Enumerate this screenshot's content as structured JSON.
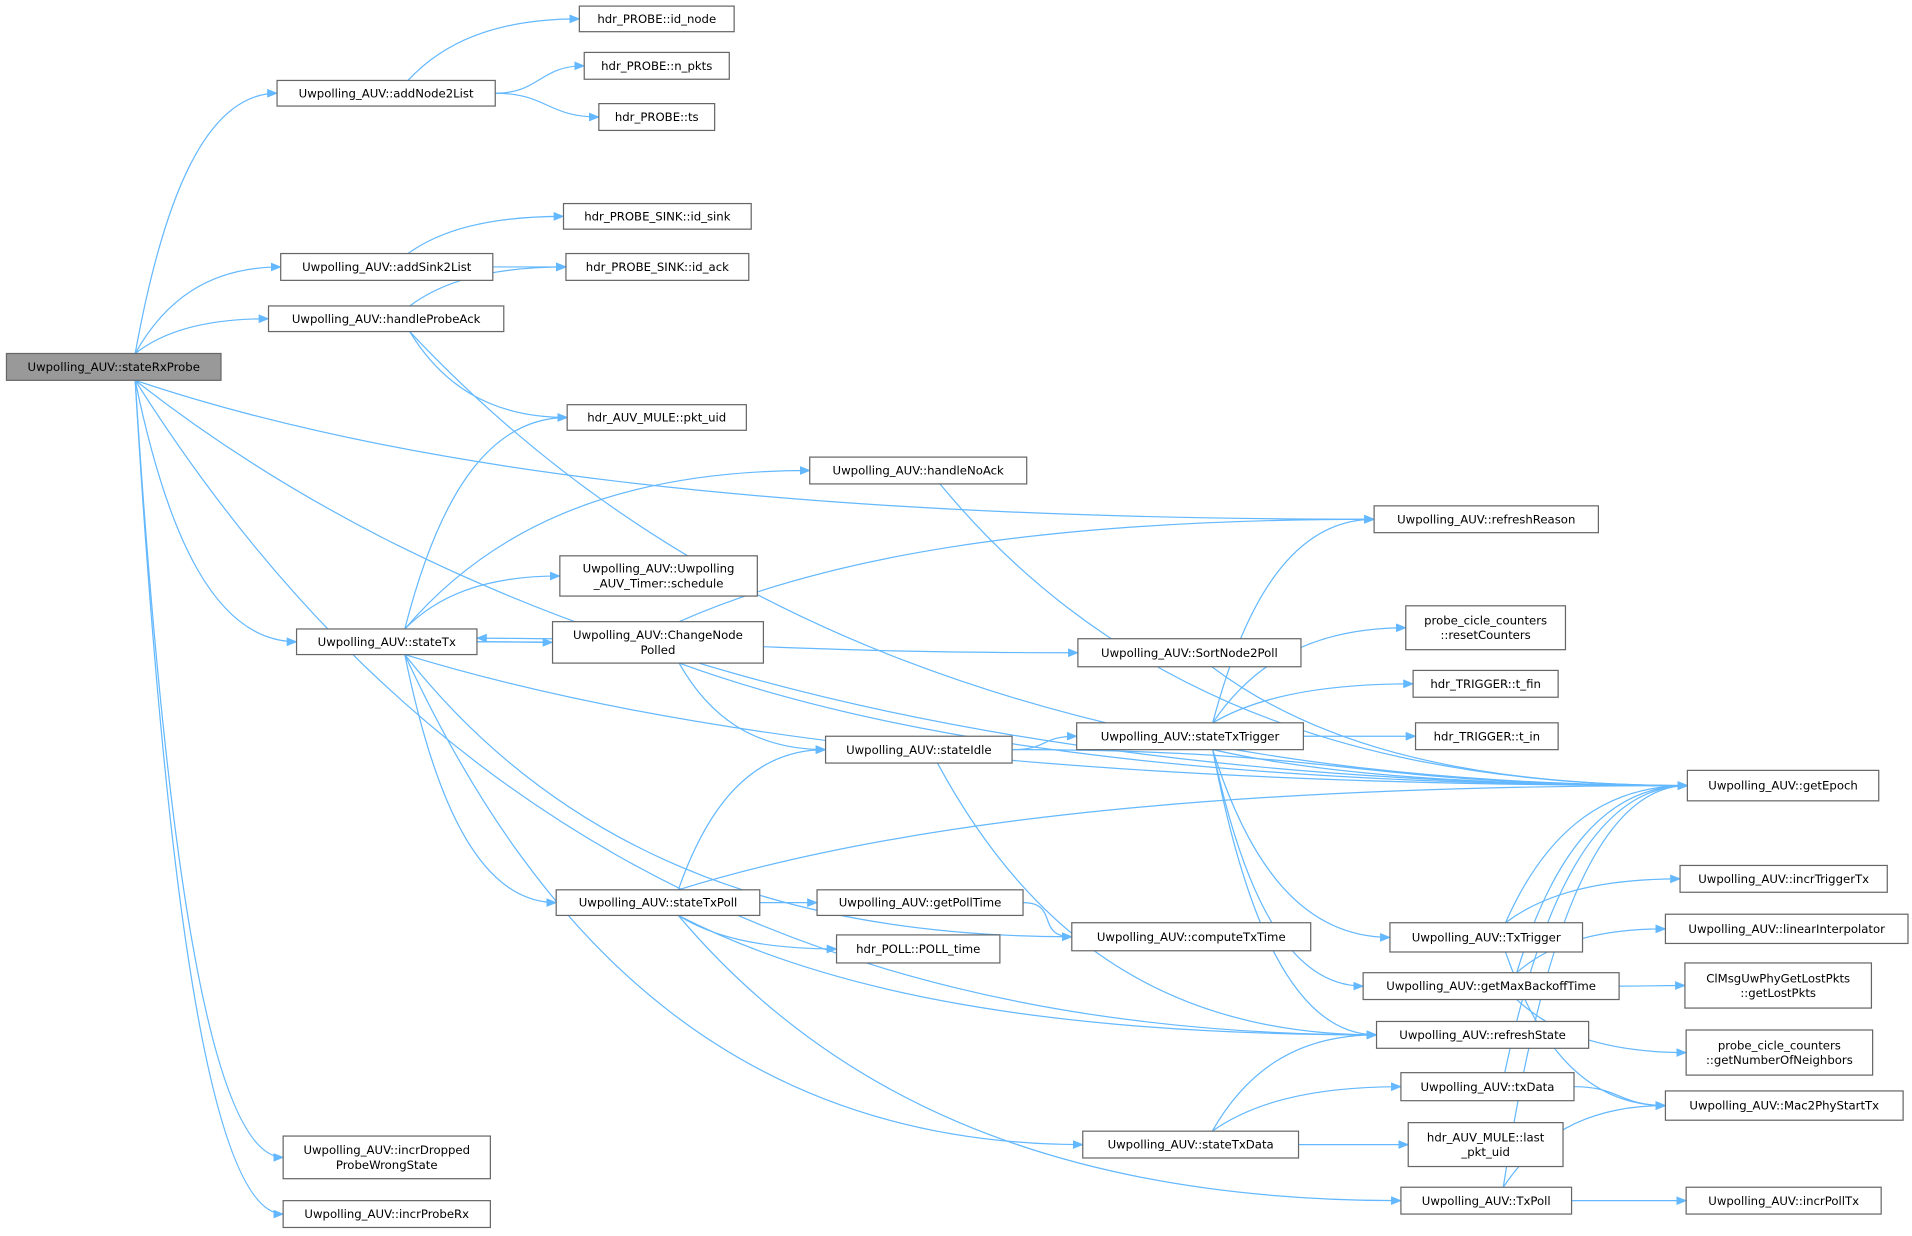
{
  "colors": {
    "edge": "#63b8ff",
    "node_border": "#666666",
    "root_fill": "#999999",
    "node_fill": "#ffffff"
  },
  "nodes": [
    {
      "id": "stateRxProbe",
      "lines": [
        "Uwpolling_AUV::stateRxProbe"
      ],
      "root": true
    },
    {
      "id": "addNode2List",
      "lines": [
        "Uwpolling_AUV::addNode2List"
      ]
    },
    {
      "id": "id_node",
      "lines": [
        "hdr_PROBE::id_node"
      ]
    },
    {
      "id": "n_pkts",
      "lines": [
        "hdr_PROBE::n_pkts"
      ]
    },
    {
      "id": "ts",
      "lines": [
        "hdr_PROBE::ts"
      ]
    },
    {
      "id": "id_sink",
      "lines": [
        "hdr_PROBE_SINK::id_sink"
      ]
    },
    {
      "id": "addSink2List",
      "lines": [
        "Uwpolling_AUV::addSink2List"
      ]
    },
    {
      "id": "id_ack",
      "lines": [
        "hdr_PROBE_SINK::id_ack"
      ]
    },
    {
      "id": "handleProbeAck",
      "lines": [
        "Uwpolling_AUV::handleProbeAck"
      ]
    },
    {
      "id": "pkt_uid",
      "lines": [
        "hdr_AUV_MULE::pkt_uid"
      ]
    },
    {
      "id": "handleNoAck",
      "lines": [
        "Uwpolling_AUV::handleNoAck"
      ]
    },
    {
      "id": "refreshReason",
      "lines": [
        "Uwpolling_AUV::refreshReason"
      ]
    },
    {
      "id": "schedule",
      "lines": [
        "Uwpolling_AUV::Uwpolling",
        "_AUV_Timer::schedule"
      ]
    },
    {
      "id": "stateTx",
      "lines": [
        "Uwpolling_AUV::stateTx"
      ]
    },
    {
      "id": "ChangeNodePolled",
      "lines": [
        "Uwpolling_AUV::ChangeNode",
        "Polled"
      ]
    },
    {
      "id": "SortNode2Poll",
      "lines": [
        "Uwpolling_AUV::SortNode2Poll"
      ]
    },
    {
      "id": "resetCounters",
      "lines": [
        "probe_cicle_counters",
        "::resetCounters"
      ]
    },
    {
      "id": "t_fin",
      "lines": [
        "hdr_TRIGGER::t_fin"
      ]
    },
    {
      "id": "stateIdle",
      "lines": [
        "Uwpolling_AUV::stateIdle"
      ]
    },
    {
      "id": "stateTxTrigger",
      "lines": [
        "Uwpolling_AUV::stateTxTrigger"
      ]
    },
    {
      "id": "t_in",
      "lines": [
        "hdr_TRIGGER::t_in"
      ]
    },
    {
      "id": "getEpoch",
      "lines": [
        "Uwpolling_AUV::getEpoch"
      ]
    },
    {
      "id": "stateTxPoll",
      "lines": [
        "Uwpolling_AUV::stateTxPoll"
      ]
    },
    {
      "id": "getPollTime",
      "lines": [
        "Uwpolling_AUV::getPollTime"
      ]
    },
    {
      "id": "POLL_time",
      "lines": [
        "hdr_POLL::POLL_time"
      ]
    },
    {
      "id": "computeTxTime",
      "lines": [
        "Uwpolling_AUV::computeTxTime"
      ]
    },
    {
      "id": "TxTrigger",
      "lines": [
        "Uwpolling_AUV::TxTrigger"
      ]
    },
    {
      "id": "incrTriggerTx",
      "lines": [
        "Uwpolling_AUV::incrTriggerTx"
      ]
    },
    {
      "id": "linearInterpolator",
      "lines": [
        "Uwpolling_AUV::linearInterpolator"
      ]
    },
    {
      "id": "getMaxBackoffTime",
      "lines": [
        "Uwpolling_AUV::getMaxBackoffTime"
      ]
    },
    {
      "id": "getLostPkts",
      "lines": [
        "ClMsgUwPhyGetLostPkts",
        "::getLostPkts"
      ]
    },
    {
      "id": "refreshState",
      "lines": [
        "Uwpolling_AUV::refreshState"
      ]
    },
    {
      "id": "getNumberOfNeighbors",
      "lines": [
        "probe_cicle_counters",
        "::getNumberOfNeighbors"
      ]
    },
    {
      "id": "txData",
      "lines": [
        "Uwpolling_AUV::txData"
      ]
    },
    {
      "id": "Mac2PhyStartTx",
      "lines": [
        "Uwpolling_AUV::Mac2PhyStartTx"
      ]
    },
    {
      "id": "stateTxData",
      "lines": [
        "Uwpolling_AUV::stateTxData"
      ]
    },
    {
      "id": "last_pkt_uid",
      "lines": [
        "hdr_AUV_MULE::last",
        "_pkt_uid"
      ]
    },
    {
      "id": "TxPoll",
      "lines": [
        "Uwpolling_AUV::TxPoll"
      ]
    },
    {
      "id": "incrPollTx",
      "lines": [
        "Uwpolling_AUV::incrPollTx"
      ]
    },
    {
      "id": "incrDropped",
      "lines": [
        "Uwpolling_AUV::incrDropped",
        "ProbeWrongState"
      ]
    },
    {
      "id": "incrProbeRx",
      "lines": [
        "Uwpolling_AUV::incrProbeRx"
      ]
    }
  ],
  "edges": [
    [
      "stateRxProbe",
      "addNode2List"
    ],
    [
      "stateRxProbe",
      "getEpoch"
    ],
    [
      "stateRxProbe",
      "addSink2List"
    ],
    [
      "stateRxProbe",
      "handleProbeAck"
    ],
    [
      "stateRxProbe",
      "refreshReason"
    ],
    [
      "stateRxProbe",
      "stateTx"
    ],
    [
      "stateRxProbe",
      "refreshState"
    ],
    [
      "stateRxProbe",
      "incrDropped"
    ],
    [
      "stateRxProbe",
      "incrProbeRx"
    ],
    [
      "addNode2List",
      "id_node"
    ],
    [
      "addNode2List",
      "n_pkts"
    ],
    [
      "addNode2List",
      "ts"
    ],
    [
      "addSink2List",
      "id_sink"
    ],
    [
      "addSink2List",
      "id_ack"
    ],
    [
      "handleProbeAck",
      "id_ack"
    ],
    [
      "handleProbeAck",
      "getEpoch"
    ],
    [
      "handleProbeAck",
      "pkt_uid"
    ],
    [
      "stateTx",
      "pkt_uid"
    ],
    [
      "stateTx",
      "getEpoch"
    ],
    [
      "stateTx",
      "handleNoAck"
    ],
    [
      "stateTx",
      "schedule"
    ],
    [
      "stateTx",
      "ChangeNodePolled"
    ],
    [
      "stateTx",
      "SortNode2Poll"
    ],
    [
      "stateTx",
      "computeTxTime"
    ],
    [
      "stateTx",
      "stateTxPoll"
    ],
    [
      "stateTx",
      "stateTxData"
    ],
    [
      "handleNoAck",
      "getEpoch"
    ],
    [
      "ChangeNodePolled",
      "stateTx"
    ],
    [
      "ChangeNodePolled",
      "getEpoch"
    ],
    [
      "ChangeNodePolled",
      "refreshReason"
    ],
    [
      "ChangeNodePolled",
      "stateIdle"
    ],
    [
      "SortNode2Poll",
      "getEpoch"
    ],
    [
      "stateIdle",
      "stateTxTrigger"
    ],
    [
      "stateIdle",
      "getEpoch"
    ],
    [
      "stateIdle",
      "refreshState"
    ],
    [
      "stateTxTrigger",
      "resetCounters"
    ],
    [
      "stateTxTrigger",
      "t_fin"
    ],
    [
      "stateTxTrigger",
      "t_in"
    ],
    [
      "stateTxTrigger",
      "getEpoch"
    ],
    [
      "stateTxTrigger",
      "refreshReason"
    ],
    [
      "stateTxTrigger",
      "TxTrigger"
    ],
    [
      "stateTxTrigger",
      "getMaxBackoffTime"
    ],
    [
      "stateTxTrigger",
      "refreshState"
    ],
    [
      "stateTxPoll",
      "stateIdle"
    ],
    [
      "stateTxPoll",
      "getEpoch"
    ],
    [
      "stateTxPoll",
      "getPollTime"
    ],
    [
      "stateTxPoll",
      "POLL_time"
    ],
    [
      "stateTxPoll",
      "refreshState"
    ],
    [
      "stateTxPoll",
      "TxPoll"
    ],
    [
      "getPollTime",
      "computeTxTime"
    ],
    [
      "TxTrigger",
      "getEpoch"
    ],
    [
      "TxTrigger",
      "incrTriggerTx"
    ],
    [
      "TxTrigger",
      "Mac2PhyStartTx"
    ],
    [
      "getMaxBackoffTime",
      "getEpoch"
    ],
    [
      "getMaxBackoffTime",
      "linearInterpolator"
    ],
    [
      "getMaxBackoffTime",
      "getLostPkts"
    ],
    [
      "getMaxBackoffTime",
      "getNumberOfNeighbors"
    ],
    [
      "txData",
      "getEpoch"
    ],
    [
      "txData",
      "Mac2PhyStartTx"
    ],
    [
      "stateTxData",
      "refreshState"
    ],
    [
      "stateTxData",
      "txData"
    ],
    [
      "stateTxData",
      "last_pkt_uid"
    ],
    [
      "TxPoll",
      "incrPollTx"
    ],
    [
      "TxPoll",
      "Mac2PhyStartTx"
    ],
    [
      "TxPoll",
      "getEpoch"
    ]
  ]
}
